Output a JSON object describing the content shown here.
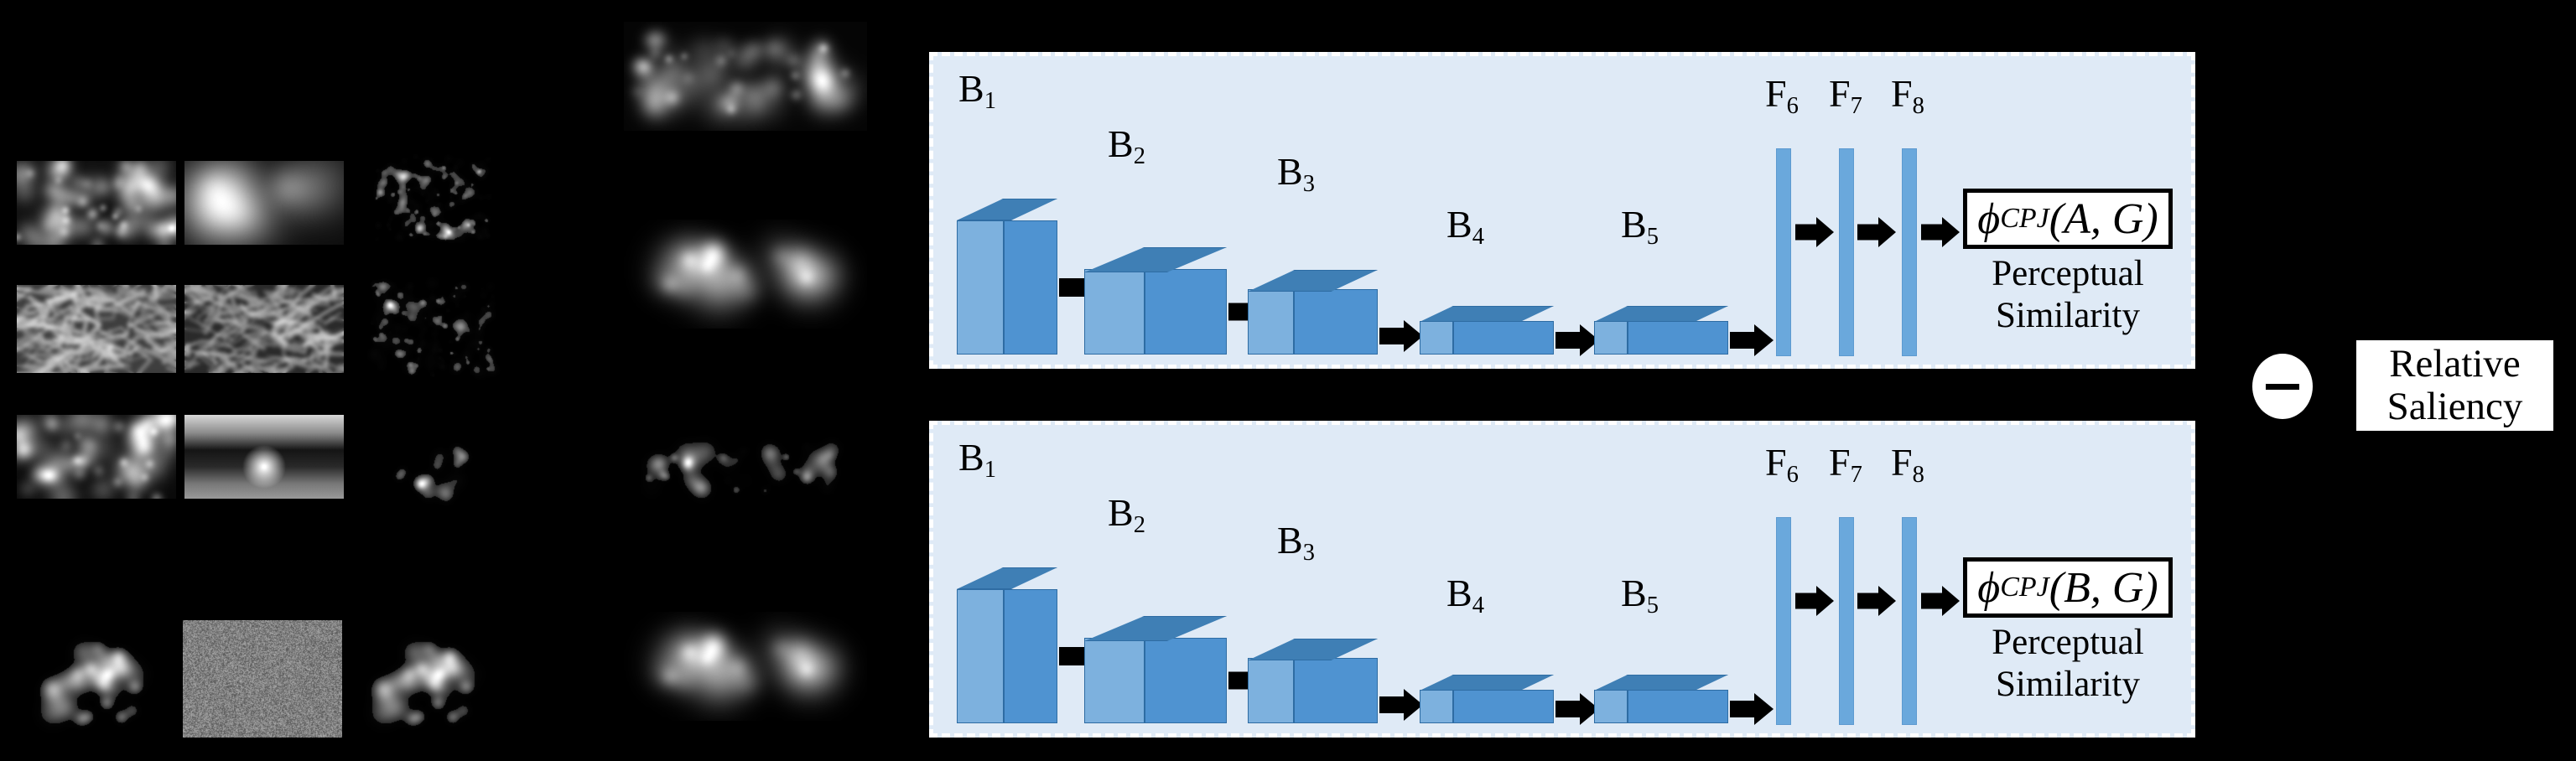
{
  "figure": {
    "background_color": "#000000",
    "panel_fill": "#dfeaf6",
    "panel_border": "#ffffff",
    "block_front_color": "#4f93d1",
    "block_side_color": "#7db1de",
    "block_top_color": "#3f7fb5",
    "block_edge_color": "#2e6ca3",
    "fc_bar_color": "#6aa8dc",
    "arrow_color": "#000000",
    "formula_box_fill": "#ffffff",
    "formula_box_border": "#000000"
  },
  "stimuli": {
    "left_grid_label": "stimulus-grid",
    "tiles": [
      {
        "name": "tile-r1c1",
        "kind": "blurred-texture"
      },
      {
        "name": "tile-r1c2",
        "kind": "blurred-blob"
      },
      {
        "name": "tile-r1c3",
        "kind": "sparse-points"
      },
      {
        "name": "tile-r2c1",
        "kind": "filament-texture"
      },
      {
        "name": "tile-r2c2",
        "kind": "filament-bright"
      },
      {
        "name": "tile-r2c3",
        "kind": "sparse-points"
      },
      {
        "name": "tile-r3c1",
        "kind": "contour-texture"
      },
      {
        "name": "tile-r3c2",
        "kind": "streaky-texture"
      },
      {
        "name": "tile-r3c3",
        "kind": "few-points"
      },
      {
        "name": "tile-r4c1",
        "kind": "blob-cluster"
      },
      {
        "name": "tile-r4c2",
        "kind": "white-noise"
      },
      {
        "name": "tile-r4c3",
        "kind": "blob-cluster"
      }
    ],
    "mid_tiles": [
      {
        "name": "mid-tile-1",
        "kind": "grayscale-scan-dark"
      },
      {
        "name": "mid-tile-2",
        "kind": "grayscale-blur-bright"
      },
      {
        "name": "mid-tile-3",
        "kind": "grayscale-scan-sparse"
      },
      {
        "name": "mid-tile-4",
        "kind": "grayscale-blur-bright"
      }
    ]
  },
  "networks": [
    {
      "id": "network-a",
      "conv_blocks": [
        {
          "label": "B",
          "sub": "1"
        },
        {
          "label": "B",
          "sub": "2"
        },
        {
          "label": "B",
          "sub": "3"
        },
        {
          "label": "B",
          "sub": "4"
        },
        {
          "label": "B",
          "sub": "5"
        }
      ],
      "fc_layers": [
        {
          "label": "F",
          "sub": "6"
        },
        {
          "label": "F",
          "sub": "7"
        },
        {
          "label": "F",
          "sub": "8"
        }
      ],
      "output": {
        "phi": "ϕ",
        "subscript": "CPJ",
        "args": "(A, G)",
        "full": "ϕCPJ(A, G)"
      },
      "caption_line1": "Perceptual",
      "caption_line2": "Similarity"
    },
    {
      "id": "network-b",
      "conv_blocks": [
        {
          "label": "B",
          "sub": "1"
        },
        {
          "label": "B",
          "sub": "2"
        },
        {
          "label": "B",
          "sub": "3"
        },
        {
          "label": "B",
          "sub": "4"
        },
        {
          "label": "B",
          "sub": "5"
        }
      ],
      "fc_layers": [
        {
          "label": "F",
          "sub": "6"
        },
        {
          "label": "F",
          "sub": "7"
        },
        {
          "label": "F",
          "sub": "8"
        }
      ],
      "output": {
        "phi": "ϕ",
        "subscript": "CPJ",
        "args": "(B, G)",
        "full": "ϕCPJ(B, G)"
      },
      "caption_line1": "Perceptual",
      "caption_line2": "Similarity"
    }
  ],
  "operator": {
    "name": "minus-operator",
    "symbol": "−"
  },
  "result": {
    "line1": "Relative",
    "line2": "Saliency"
  }
}
